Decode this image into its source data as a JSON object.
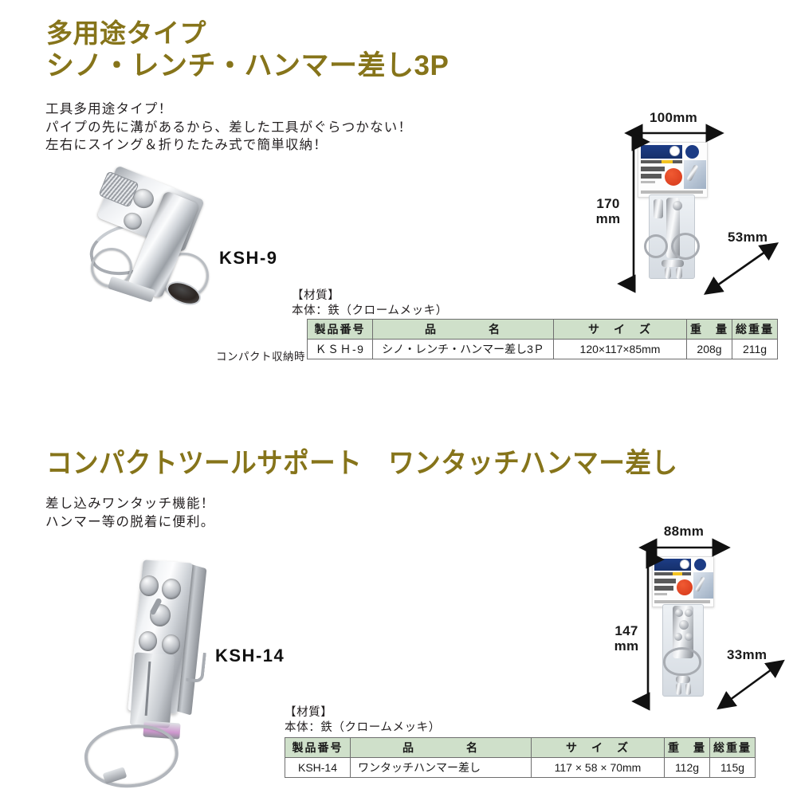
{
  "products": [
    {
      "title_line1": "多用途タイプ",
      "title_line2": "シノ・レンチ・ハンマー差し3P",
      "description_lines": [
        "工具多用途タイプ！",
        "パイプの先に溝があるから、差した工具がぐらつかない！",
        "左右にスイング＆折りたたみ式で簡単収納！"
      ],
      "model_label": "KSH-9",
      "photo_caption": "コンパクト収納時",
      "material_heading": "【材質】",
      "material_body": "本体：鉄（クロームメッキ）",
      "package_dims": {
        "width": "100mm",
        "height": "170\nmm",
        "depth": "53mm"
      },
      "table": {
        "headers": [
          "製品番号",
          "品　　　　名",
          "サ　イ　ズ",
          "重　量",
          "総重量"
        ],
        "row": [
          "ＫＳＨ-9",
          "シノ・レンチ・ハンマー差し3Ｐ",
          "120×117×85mm",
          "208g",
          "211g"
        ]
      }
    },
    {
      "title_line1": "コンパクトツールサポート　ワンタッチハンマー差し",
      "description_lines": [
        "差し込みワンタッチ機能！",
        "ハンマー等の脱着に便利。"
      ],
      "model_label": "KSH-14",
      "material_heading": "【材質】",
      "material_body": "本体：鉄（クロームメッキ）",
      "package_dims": {
        "width": "88mm",
        "height": "147\nmm",
        "depth": "33mm"
      },
      "table": {
        "headers": [
          "製品番号",
          "品　　　　名",
          "サ　イ　ズ",
          "重　量",
          "総重量"
        ],
        "row": [
          "KSH-14",
          "ワンタッチハンマー差し",
          "117 × 58 × 70mm",
          "112g",
          "115g"
        ]
      }
    }
  ],
  "colors": {
    "title_gold": "#86741a",
    "table_header_green": "#cfe0ca",
    "body_text": "#231f20"
  }
}
